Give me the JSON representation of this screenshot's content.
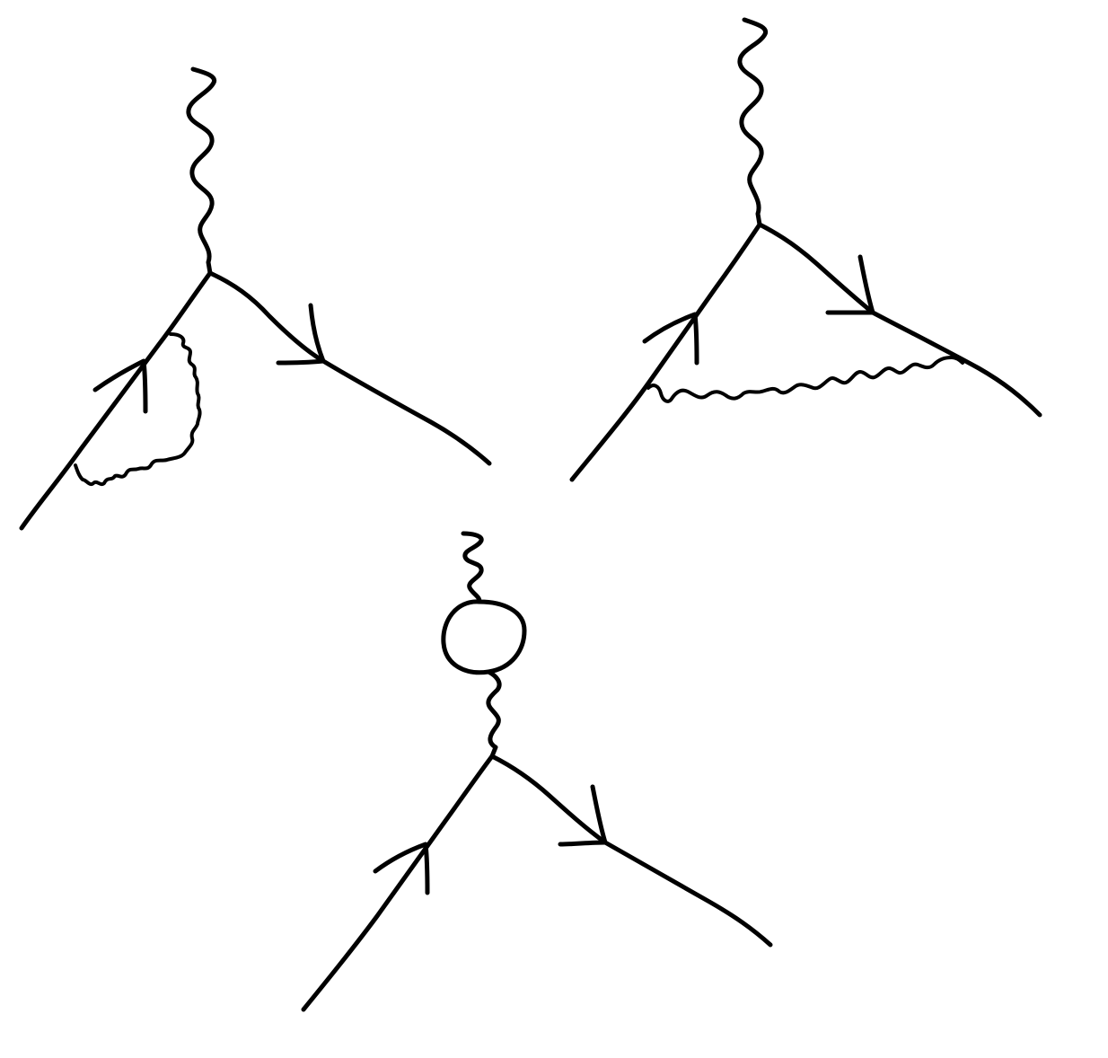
{
  "colors": {
    "background": "#ffffff",
    "ink": "#000000"
  },
  "diagrams": [
    {
      "id": "self-energy-correction",
      "elements": [
        "photon-line",
        "incoming-fermion",
        "outgoing-fermion",
        "internal-photon-loop"
      ]
    },
    {
      "id": "vertex-correction",
      "elements": [
        "photon-line",
        "incoming-fermion",
        "outgoing-fermion",
        "internal-photon-exchange"
      ]
    },
    {
      "id": "vacuum-polarization",
      "elements": [
        "photon-line-upper",
        "fermion-loop",
        "photon-line-lower",
        "incoming-fermion",
        "outgoing-fermion"
      ]
    }
  ]
}
